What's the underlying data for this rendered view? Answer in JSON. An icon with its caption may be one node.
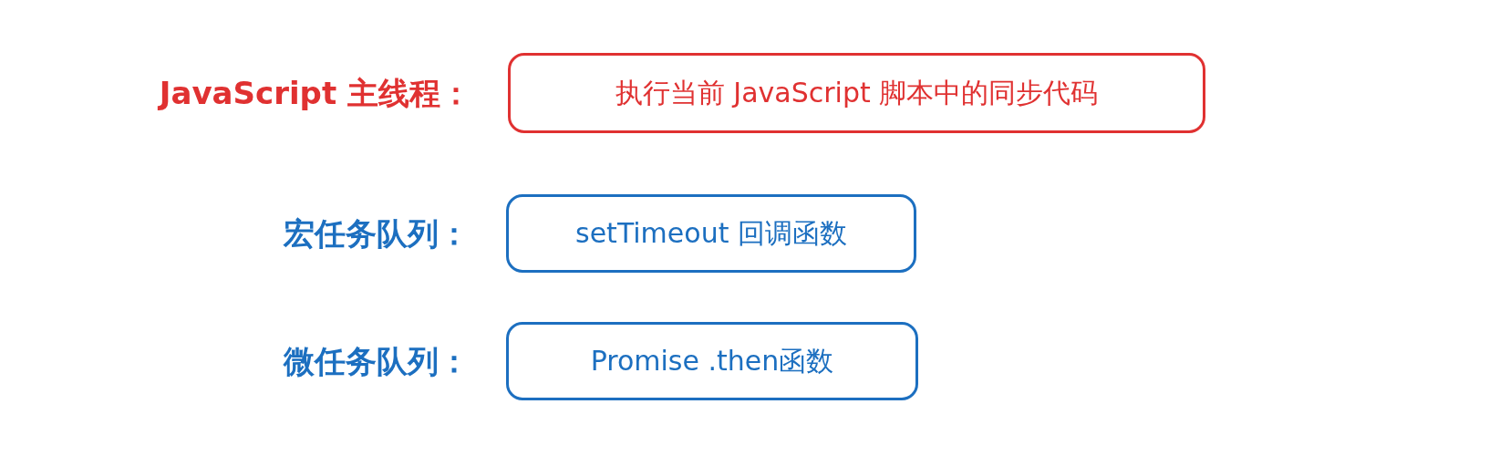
{
  "diagram": {
    "nodes": [
      {
        "text": [
          "执行当前 JavaScript 脚本中的同步代码"
        ],
        "beside": [
          "JavaScript 主线程："
        ]
      },
      {
        "text": [
          "setTimeout 回调函数"
        ],
        "beside": [
          "宏任务队列："
        ]
      },
      {
        "text": [
          "Promise .then函数"
        ],
        "beside": [
          "微任务队列："
        ]
      }
    ],
    "edges": []
  }
}
